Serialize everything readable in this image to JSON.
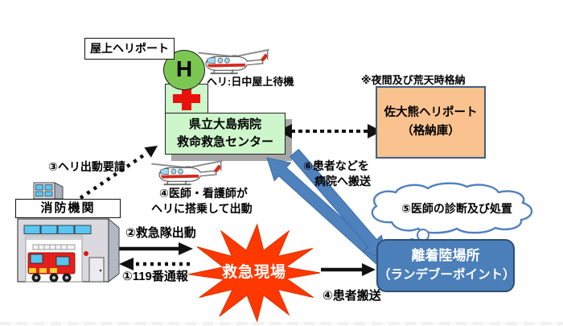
{
  "diagram": {
    "rooftop_heliport_label": "屋上ヘリポート",
    "helipad_letter": "H",
    "heli_standby_note": "ヘリ:日中屋上待機",
    "night_storage_note": "※夜間及び荒天時格納",
    "hospital_name_line1": "県立大島病院",
    "hospital_name_line2": "救命救急センター",
    "hangar_line1": "佐大熊ヘリポート",
    "hangar_line2": "（格納庫）",
    "fire_station_label": "消防機関",
    "step1_call": "①119番通報",
    "step2_dispatch": "②救急隊出動",
    "step3_heli_request": "③ヘリ出動要請",
    "step4_crew_line1": "④医師・看護師が",
    "step4_crew_line2": "ヘリに搭乗して出動",
    "step4_patient_transport": "④患者搬送",
    "step5_diagnosis": "⑤医師の診断及び処置",
    "step6_line1": "⑥患者などを",
    "step6_line2": "病院へ搬送",
    "scene_label": "救急現場",
    "rendezvous_line1": "離着陸場所",
    "rendezvous_line2": "（ランデブーポイント）",
    "colors": {
      "hospital_green": "#cdf6cb",
      "helipad_green": "#7cc653",
      "hangar_orange": "#f9c28e",
      "rendezvous_blue": "#4a7fba",
      "arrow_blue": "#4f81bd",
      "scene_red": "#ff3800",
      "cross_red": "#e8120c",
      "shadow_gray": "#a6a6a6"
    }
  }
}
